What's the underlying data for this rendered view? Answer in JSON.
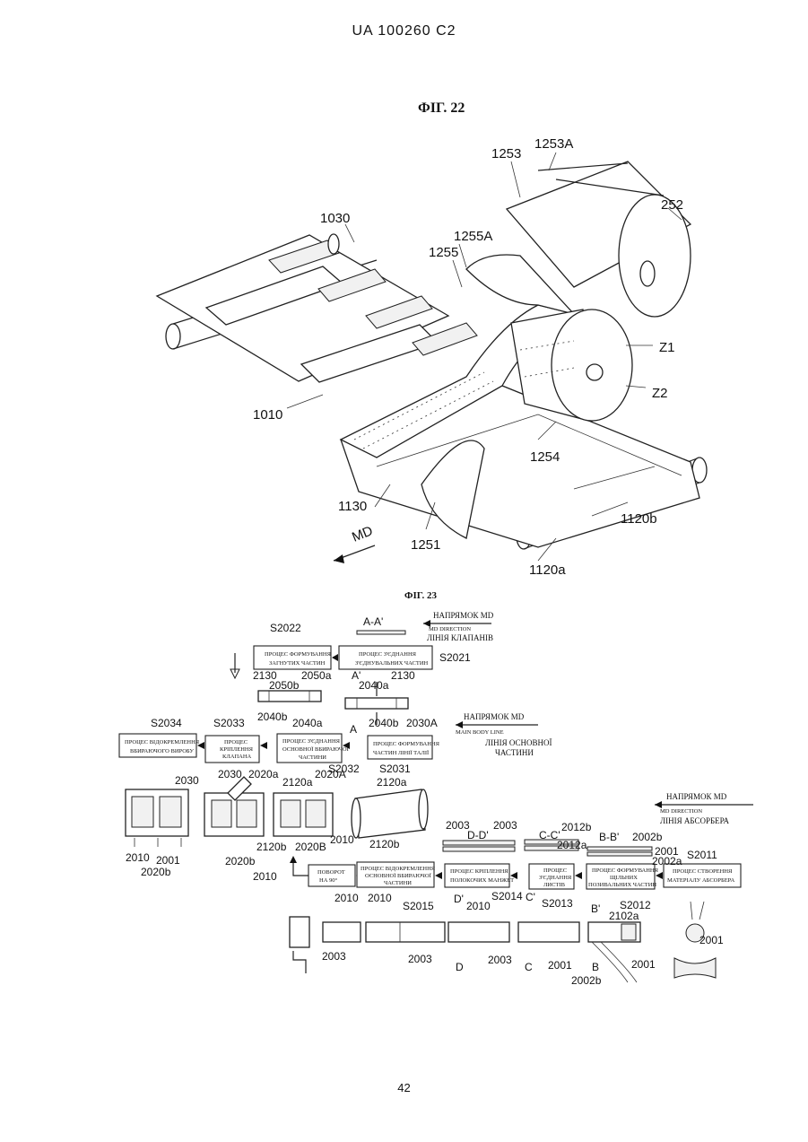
{
  "header": {
    "text": "UA   100260   C2"
  },
  "footer": {
    "page_number": "42"
  },
  "fig22": {
    "title": "ФІГ. 22",
    "labels": [
      "1253",
      "1253A",
      "252",
      "1030",
      "1255A",
      "1255",
      "Z1",
      "Z2",
      "1010",
      "1254",
      "1130",
      "MD",
      "1251",
      "1120b",
      "1120a"
    ]
  },
  "fig23": {
    "title": "ФІГ. 23",
    "legends": {
      "valve": {
        "dir": "НАПРЯМОК MD",
        "dir_en": "MD DIRECTION",
        "line": "ЛІНІЯ КЛАПАНІВ"
      },
      "main": {
        "dir": "НАПРЯМОК MD",
        "dir_en": "MAIN BODY LINE",
        "line": "ЛІНІЯ ОСНОВНОЇ",
        "line2": "ЧАСТИНИ"
      },
      "absorber": {
        "dir": "НАПРЯМОК MD",
        "dir_en": "MD DIRECTION",
        "line": "ЛІНІЯ АБСОРБЕРА"
      }
    },
    "boxes": {
      "s2022": [
        "ПРОЦЕС ФОРМУВАННЯ",
        "ЗАГНУТИХ ЧАСТИН"
      ],
      "s2021": [
        "ПРОЦЕС З'ЄДНАННЯ",
        "З'ЄДНУВАЛЬНИХ ЧАСТИН"
      ],
      "s2034": [
        "ПРОЦЕС ВІДОКРЕМЛЕННЯ",
        "ВБИРАЮЧОГО ВИРОБУ"
      ],
      "s2033": [
        "ПРОЦЕС",
        "КРІПЛЕННЯ",
        "КЛАПАНА"
      ],
      "s2032": [
        "ПРОЦЕС З'ЄДНАННЯ",
        "ОСНОВНОЇ ВБИРАЮЧОЇ",
        "ЧАСТИНИ"
      ],
      "s2031": [
        "ПРОЦЕС ФОРМУВАННЯ",
        "ЧАСТИН ЛІНІЇ ТАЛІЇ"
      ],
      "rotate": [
        "ПОВОРОТ",
        "НА 90°"
      ],
      "s2015": [
        "ПРОЦЕС ВІДОКРЕМЛЕННЯ",
        "ОСНОВНОЇ ВБИРАЮЧОЇ",
        "ЧАСТИНИ"
      ],
      "s2014": [
        "ПРОЦЕС КРІПЛЕННЯ",
        "ПОЛОКОЧИХ МАНЖЕТ"
      ],
      "s2013": [
        "ПРОЦЕС",
        "З'ЄДНАННЯ",
        "ЛИСТІВ"
      ],
      "s2012": [
        "ПРОЦЕС ФОРМУВАННЯ",
        "ЩІЛЬНИХ",
        "ПОЗИВАЛЬНИХ ЧАСТИН"
      ],
      "s2011": [
        "ПРОЦЕС СТВОРЕННЯ",
        "МАТЕРІАЛУ АБСОРБЕРА"
      ]
    },
    "labels": {
      "s2022": "S2022",
      "aa": "A-A'",
      "s2021": "S2021",
      "n2130a": "2130",
      "n2050a": "2050a",
      "aprime": "A'",
      "n2130b": "2130",
      "n2050b": "2050b",
      "n2040a_1": "2040a",
      "n2040b_1": "2040b",
      "n2040a_2": "2040a",
      "n2040b_2": "2040b",
      "n2030A": "2030A",
      "a": "A",
      "s2034": "S2034",
      "s2033": "S2033",
      "s2032": "S2032",
      "s2031": "S2031",
      "n2030_1": "2030",
      "n2030_2": "2030",
      "n2020a_1": "2020a",
      "n2020A": "2020A",
      "n2120a_1": "2120a",
      "n2120a_2": "2120a",
      "n2010_1": "2010",
      "n2001_1": "2001",
      "n2020b_1": "2020b",
      "n2120b_1": "2120b",
      "n2020B": "2020B",
      "n2010_2": "2010",
      "n2120b_2": "2120b",
      "n2020b_2": "2020b",
      "n2010_3": "2010",
      "n2003_1": "2003",
      "n2003_2": "2003",
      "dd": "D-D'",
      "cc": "C-C'",
      "n2012b": "2012b",
      "n2012a": "2012a",
      "bb": "B-B'",
      "n2002b_1": "2002b",
      "n2001_2": "2001",
      "n2002a": "2002a",
      "s2011": "S2011",
      "n2010_4": "2010",
      "n2010_5": "2010",
      "s2015": "S2015",
      "dprime": "D'",
      "n2010_6": "2010",
      "s2014": "S2014",
      "cprime": "C'",
      "s2013": "S2013",
      "bprime": "B'",
      "s2012": "S2012",
      "n2102a": "2102a",
      "n2001_3": "2001",
      "n2003_3": "2003",
      "n2003_4": "2003",
      "d": "D",
      "n2003_5": "2003",
      "c": "C",
      "n2001_4": "2001",
      "b": "B",
      "n2001_5": "2001",
      "n2002b_2": "2002b"
    }
  }
}
